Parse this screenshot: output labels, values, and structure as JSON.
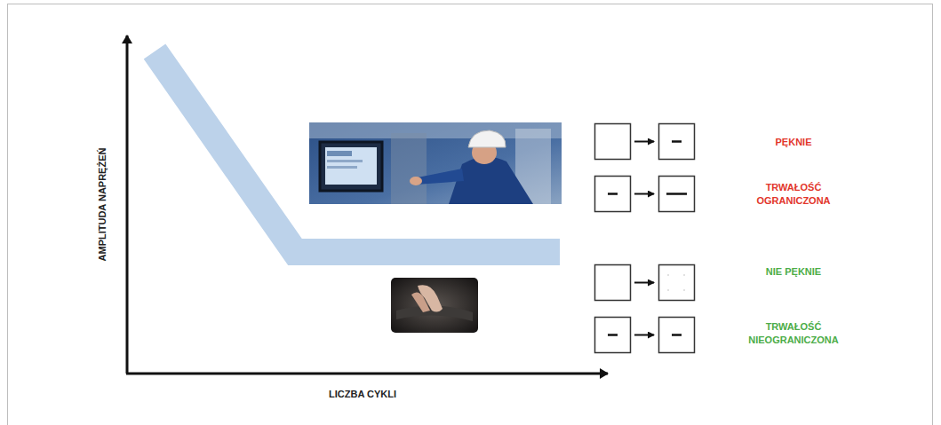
{
  "diagram": {
    "labels": [
      "AMPLITUDA NAPRĘŻEŃ",
      "LICZBA CYKLI",
      "PĘKNIE",
      "TRWAŁOŚĆ OGRANICZONA",
      "NIE PĘKNIE",
      "TRWAŁOŚĆ NIEOGRANICZONA"
    ]
  }
}
